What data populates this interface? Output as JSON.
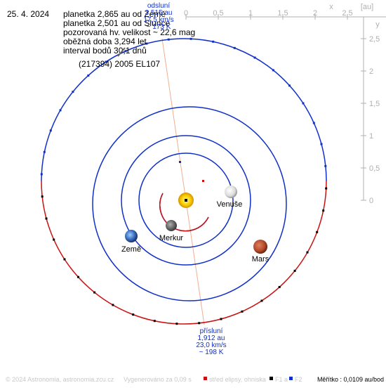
{
  "header": {
    "date": "25. 4. 2024",
    "info_lines": [
      "planetka 2,865 au od Země",
      "planetka 2,501 au od Slunce",
      "pozorovaná hv. velikost ~ 22,6 mag",
      "oběžná doba 3,294 let",
      "interval bodů 30,1 dnů"
    ]
  },
  "object_name": "(217394) 2005 EL107",
  "aphelion": {
    "title": "odsluní",
    "distance": "3,515 au",
    "speed": "17,5 km/s",
    "temperature": "~ 173 K"
  },
  "perihelion": {
    "title": "přísluní",
    "distance": "1,912 au",
    "speed": "23,0 km/s",
    "temperature": "~ 198 K"
  },
  "planets": [
    {
      "key": "sun",
      "label": ""
    },
    {
      "key": "venus",
      "label": "Venuše"
    },
    {
      "key": "mercury",
      "label": "Merkur"
    },
    {
      "key": "earth",
      "label": "Země"
    },
    {
      "key": "mars",
      "label": "Mars"
    }
  ],
  "axes": {
    "unit": "[au]",
    "x_label": "x",
    "y_label": "y",
    "x_ticks": [
      "0",
      "0,5",
      "1",
      "1,5",
      "2",
      "2,5"
    ],
    "y_ticks": [
      "2,5",
      "2",
      "1,5",
      "1",
      "0,5",
      "0"
    ]
  },
  "footer": {
    "copyright": "© 2024 Astronomia, astronomia.zcu.cz",
    "generated": "Vygenerováno za 0,09 s",
    "legend_center": "střed elipsy, ohniska",
    "legend_f1": "F1 a",
    "legend_f2": "F2",
    "scale": "Měřítko : 0,0109 au/bod"
  },
  "colors": {
    "orbit_blue": "#1030c8",
    "orbit_red": "#cc1111",
    "axis_gray": "#b0b0b0",
    "apsis_line": "#f0b090",
    "text_blue": "#1030c8"
  }
}
